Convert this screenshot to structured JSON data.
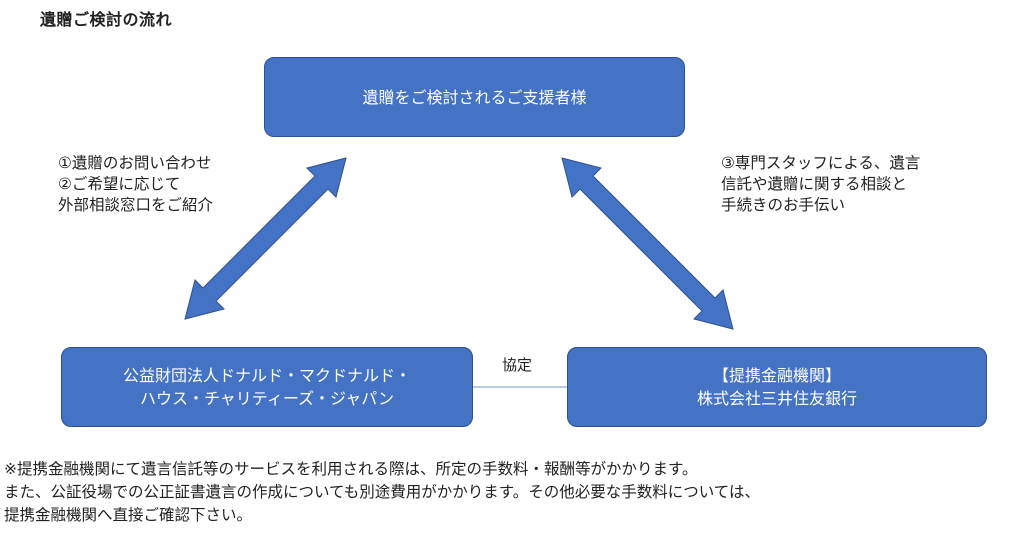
{
  "title": "遺贈ご検討の流れ",
  "nodes": {
    "top": {
      "lines": [
        "遺贈をご検討されるご支援者様"
      ]
    },
    "left": {
      "lines": [
        "公益財団法人ドナルド・マクドナルド・",
        "ハウス・チャリティーズ・ジャパン"
      ]
    },
    "right": {
      "lines": [
        "【提携金融機関】",
        "株式会社三井住友銀行"
      ]
    }
  },
  "notes": {
    "left": [
      "①遺贈のお問い合わせ",
      "②ご希望に応じて",
      "外部相談窓口をご紹介"
    ],
    "right": [
      "③専門スタッフによる、遺言",
      "信託や遺贈に関する相談と",
      "手続きのお手伝い"
    ]
  },
  "link_label": "協定",
  "footer": [
    "※提携金融機関にて遺言信託等のサービスを利用される際は、所定の手数料・報酬等がかかります。",
    "また、公証役場での公正証書遺言の作成についても別途費用がかかります。その他必要な手数料については、",
    "提携金融機関へ直接ご確認下さい。"
  ],
  "colors": {
    "box_fill": "#4472c4",
    "box_border": "#2f528f",
    "arrow_fill": "#4472c4",
    "connector": "#8faadc"
  }
}
